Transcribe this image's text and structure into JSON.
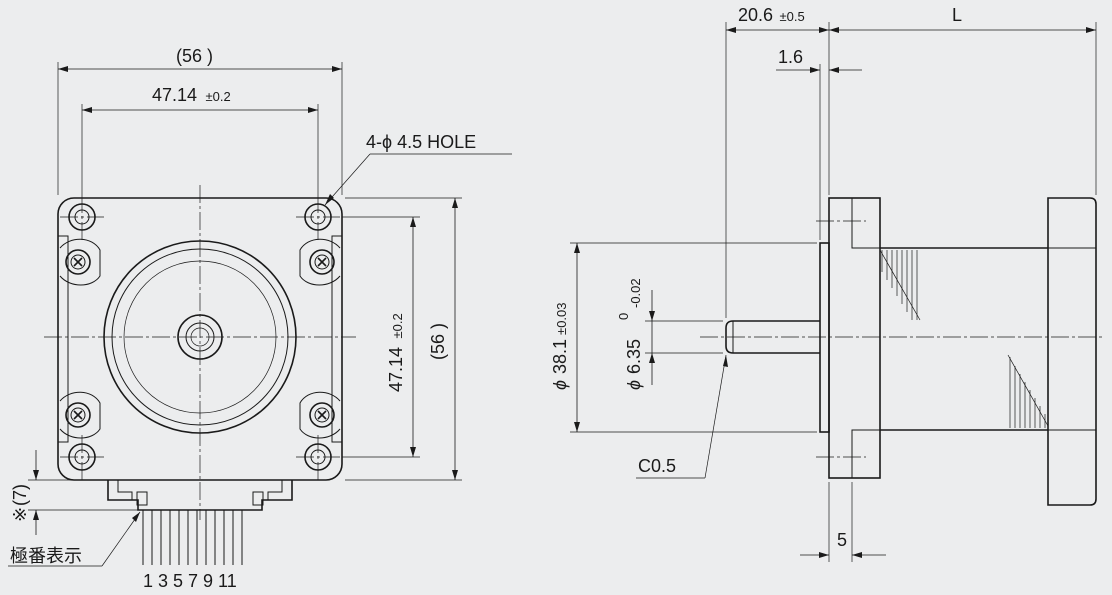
{
  "front_view": {
    "width_overall": "(56 )",
    "hole_pitch": "47.14",
    "tolerance_02": "±0.2",
    "hole_note": "4-ϕ 4.5  HOLE",
    "height_overall": "(56 )",
    "connector_height": "(7)",
    "reference_mark": "※",
    "pin_label": "極番表示",
    "pin_numbers": "1 3 5 7 9 11"
  },
  "side_view": {
    "flange_offset": "20.6",
    "tolerance_05": "±0.5",
    "length_label": "L",
    "flange_thickness": "1.6",
    "pilot_symbol": "ϕ",
    "pilot_diameter": "38.1",
    "tolerance_003": "±0.03",
    "shaft_symbol": "ϕ",
    "shaft_diameter": "6.35",
    "shaft_tol_upper": "0",
    "shaft_tol_lower": "-0.02",
    "chamfer": "C0.5",
    "boss_depth": "5"
  }
}
